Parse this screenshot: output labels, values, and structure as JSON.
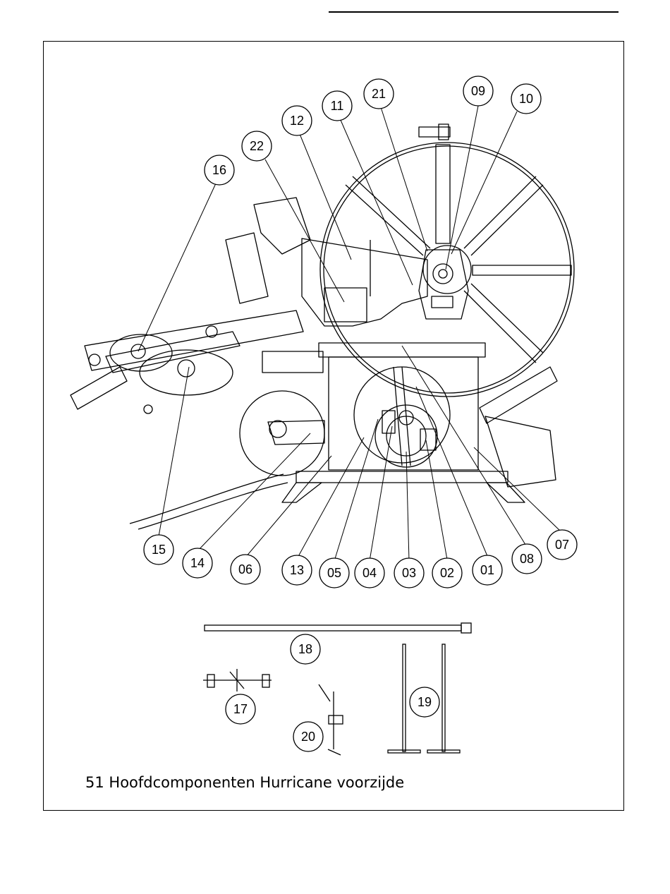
{
  "caption": "51 Hoofdcomponenten Hurricane voorzijde",
  "part_labels": [
    "01",
    "02",
    "03",
    "04",
    "05",
    "06",
    "07",
    "08",
    "09",
    "10",
    "11",
    "12",
    "13",
    "14",
    "15",
    "16",
    "17",
    "18",
    "19",
    "20",
    "21",
    "22"
  ]
}
